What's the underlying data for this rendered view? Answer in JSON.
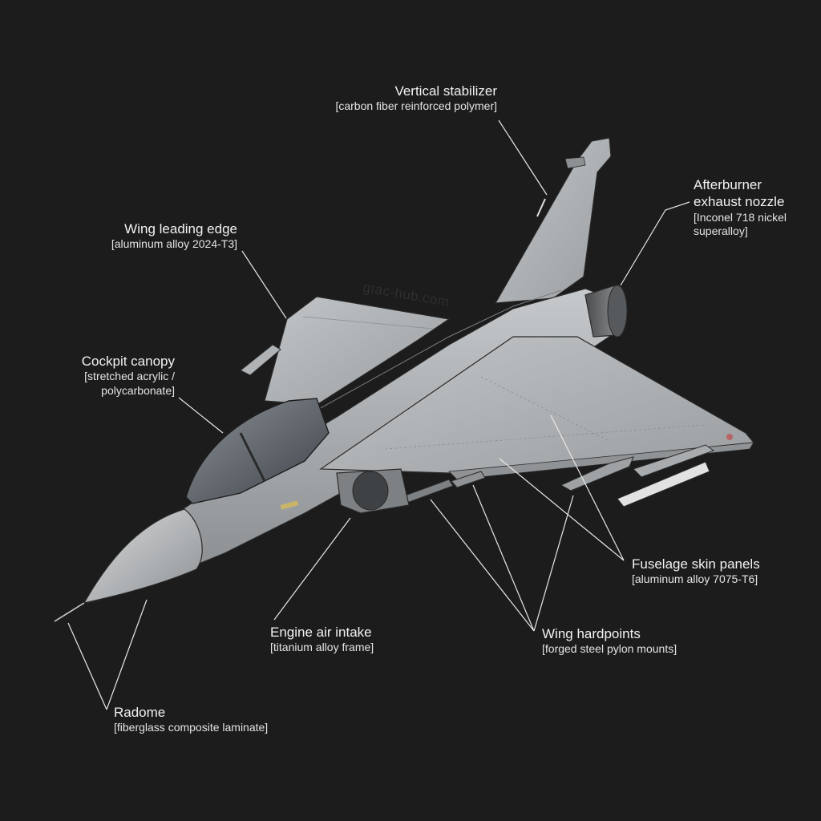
{
  "watermark": "gtac-hub.com",
  "colors": {
    "background": "#1c1c1d",
    "airframe": "#a9adb0",
    "airframe_light": "#c4c7c9",
    "airframe_dark": "#7d8184",
    "canopy": "#4a5056",
    "leader_line": "#e8e8e8",
    "text": "#f2f2f2"
  },
  "callouts": [
    {
      "id": "vertical-stabilizer",
      "title": "Vertical stabilizer",
      "material": "[carbon fiber reinforced polymer]"
    },
    {
      "id": "afterburner",
      "title_line1": "Afterburner",
      "title_line2": "exhaust nozzle",
      "material_line1": "[Inconel 718 nickel",
      "material_line2": "superalloy]"
    },
    {
      "id": "wing-leading-edge",
      "title": "Wing leading edge",
      "material": "[aluminum alloy 2024-T3]"
    },
    {
      "id": "cockpit-canopy",
      "title": "Cockpit canopy",
      "material_line1": "[stretched acrylic /",
      "material_line2": "polycarbonate]"
    },
    {
      "id": "fuselage-skin",
      "title": "Fuselage skin panels",
      "material": "[aluminum alloy 7075-T6]"
    },
    {
      "id": "engine-intake",
      "title": "Engine air intake",
      "material": "[titanium alloy frame]"
    },
    {
      "id": "wing-hardpoints",
      "title": "Wing hardpoints",
      "material": "[forged steel pylon mounts]"
    },
    {
      "id": "radome",
      "title": "Radome",
      "material": "[fiberglass composite laminate]"
    }
  ]
}
